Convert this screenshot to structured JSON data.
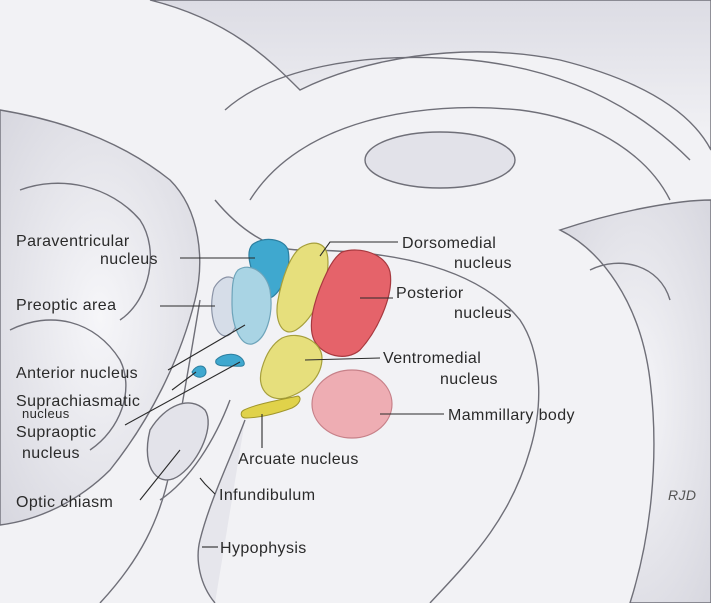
{
  "labels": {
    "paraventricular_1": "Paraventricular",
    "paraventricular_2": "nucleus",
    "preoptic": "Preoptic area",
    "anterior": "Anterior nucleus",
    "suprachiasmatic_1": "Suprachiasmatic",
    "suprachiasmatic_2": "nucleus",
    "supraoptic_1": "Supraoptic",
    "supraoptic_2": "nucleus",
    "optic_chiasm": "Optic chiasm",
    "dorsomedial_1": "Dorsomedial",
    "dorsomedial_2": "nucleus",
    "posterior_1": "Posterior",
    "posterior_2": "nucleus",
    "ventromedial_1": "Ventromedial",
    "ventromedial_2": "nucleus",
    "mammillary": "Mammillary body",
    "arcuate": "Arcuate nucleus",
    "infundibulum": "Infundibulum",
    "hypophysis": "Hypophysis",
    "signature": "RJD"
  },
  "colors": {
    "tissue": "#ececf0",
    "tissue_shadow": "#c9c9d2",
    "blue_nucleus": "#3fa8cf",
    "light_blue_nucleus": "#a9d4e4",
    "yellow_nucleus": "#e6df7c",
    "red_nucleus": "#e5636a",
    "pink_nucleus": "#eea8ae",
    "arcuate_yellow": "#e0d24a"
  }
}
